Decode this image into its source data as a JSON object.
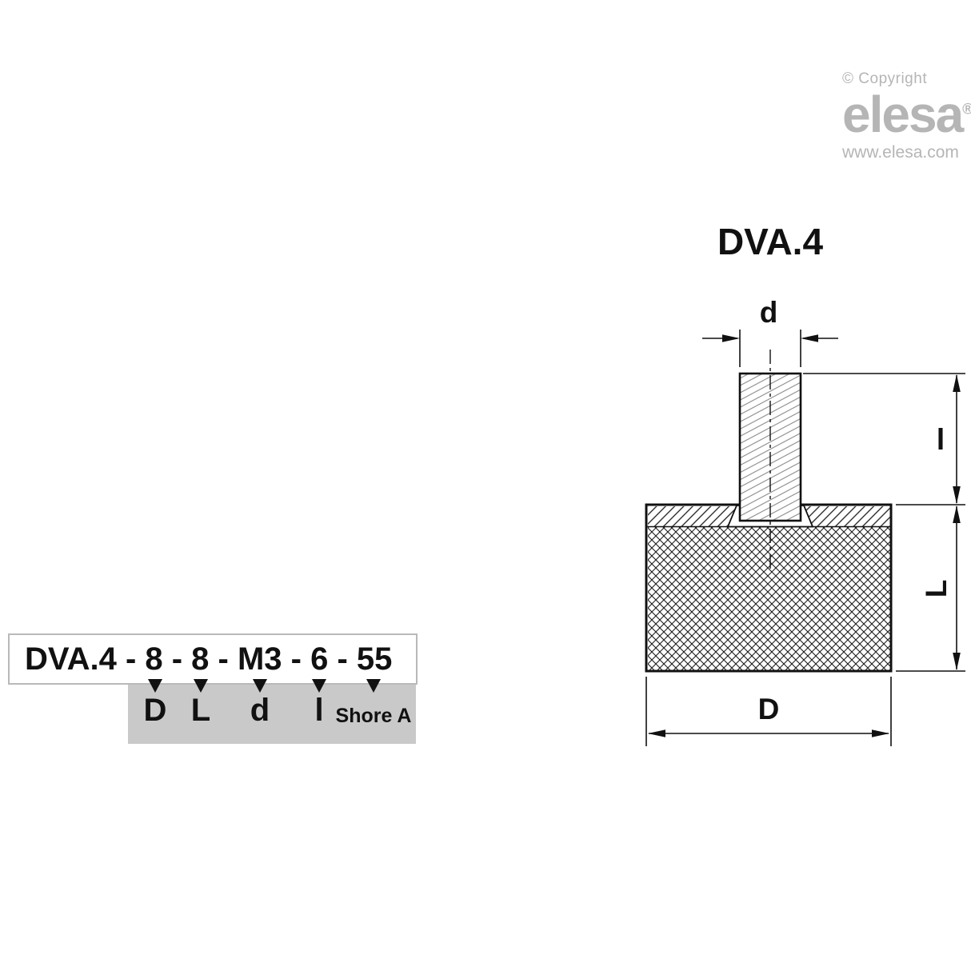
{
  "brand": {
    "copyright": "© Copyright",
    "logo_text": "elesa",
    "registered": "®",
    "website": "www.elesa.com"
  },
  "drawing": {
    "title": "DVA.4",
    "dims": {
      "d": "d",
      "l": "l",
      "L": "L",
      "D": "D"
    }
  },
  "ordering": {
    "code": "DVA.4 - 8 - 8 - M3 - 6 - 55",
    "labels": [
      {
        "text": "D"
      },
      {
        "text": "L"
      },
      {
        "text": "d"
      },
      {
        "text": "l"
      },
      {
        "text": "Shore A"
      }
    ]
  },
  "colors": {
    "line": "#111111",
    "logo_gray": "#b5b5b5",
    "strip_gray": "#c9c9c9",
    "border_gray": "#b9b9b9"
  }
}
